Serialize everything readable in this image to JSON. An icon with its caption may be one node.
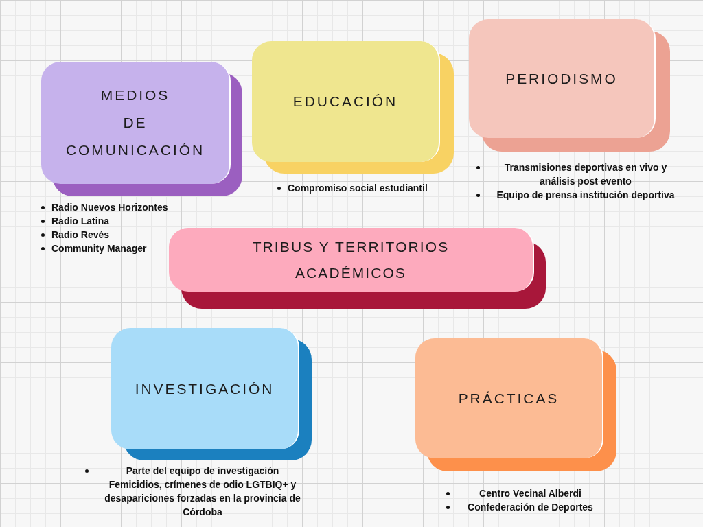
{
  "diagram": {
    "nodes": [
      {
        "text": [
          "MEDIOS DE COMUNICACIÓN"
        ],
        "beside": [
          "Radio Nuevos Horizontes",
          "Radio Latina",
          "Radio Revés",
          "Community Manager"
        ]
      },
      {
        "text": [
          "EDUCACIÓN"
        ],
        "beside": [
          "Compromiso social estudiantil"
        ]
      },
      {
        "text": [
          "PERIODISMO"
        ],
        "beside": [
          "Transmisiones deportivas en vivo y análisis post evento",
          "Equipo de prensa institución deportiva"
        ]
      },
      {
        "text": [
          "TRIBUS Y TERRITORIOS ACADÉMICOS"
        ]
      },
      {
        "text": [
          "INVESTIGACIÓN"
        ],
        "beside": [
          "Parte del equipo de investigación Femicidios, crímenes de odio LGTBIQ+ y desapariciones forzadas en la provincia de Córdoba"
        ]
      },
      {
        "text": [
          "PRÁCTICAS"
        ],
        "beside": [
          "Centro Vecinal Alberdi",
          "Confederación de Deportes"
        ]
      }
    ]
  }
}
